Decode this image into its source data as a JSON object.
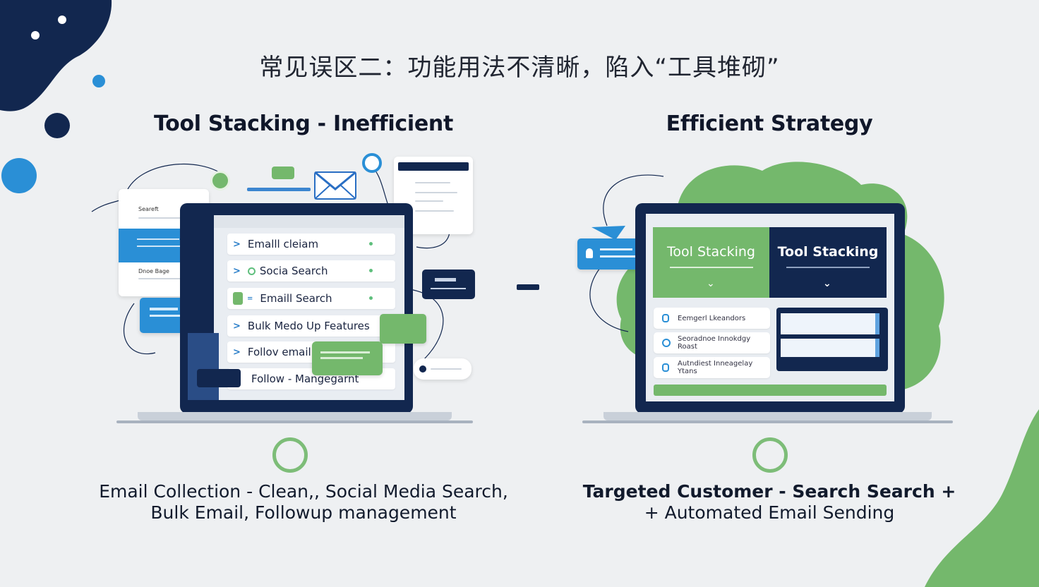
{
  "title": "常见误区二：功能用法不清晰，陷入“工具堆砌”",
  "left": {
    "heading": "Tool Stacking - Inefficient",
    "menu": [
      "Emalll cleiam",
      "Socia Search",
      "Emaill Search",
      "Bulk Medo Up Features",
      "Follov email",
      "Follow - Mangegarnt"
    ],
    "side_card_labels": [
      "Seareft",
      "Dnoe Bage"
    ],
    "caption_line1": "Email Collection - Clean,, Social  Media Search,",
    "caption_line2": "Bulk Email,  Followup management"
  },
  "right": {
    "heading": "Efficient Strategy",
    "panel_green": "Tool Stacking",
    "panel_navy": "Tool Stacking",
    "list": [
      "Eemgerl Lkeandors",
      "Seoradnoe Innokdgy Roast",
      "Autndiest Inneagelay Ytans"
    ],
    "caption_line1": "Targeted Customer - Search Search +",
    "caption_line2": "+ Automated Email Sending"
  },
  "separator": "–",
  "colors": {
    "navy": "#12274f",
    "green": "#74b86c",
    "blue": "#2a8fd6",
    "background": "#eef0f2"
  }
}
